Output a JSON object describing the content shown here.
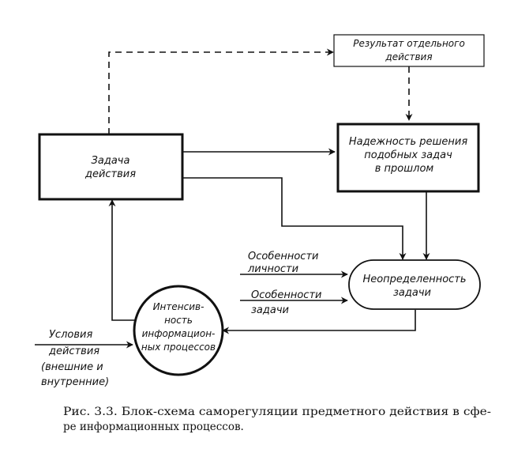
{
  "diagram": {
    "nodes": {
      "task": {
        "lines": [
          "Задача",
          "действия"
        ]
      },
      "result": {
        "lines": [
          "Результат отдельного",
          "действия"
        ]
      },
      "reliability": {
        "lines": [
          "Надежность решения",
          "подобных задач",
          "в прошлом"
        ]
      },
      "uncertainty": {
        "lines": [
          "Неопределенность",
          "задачи"
        ]
      },
      "intensity": {
        "lines": [
          "Интенсив-",
          "ность",
          "информацион-",
          "ных процессов"
        ]
      }
    },
    "inputs": {
      "personality": {
        "lines": [
          "Особенности",
          "личности"
        ]
      },
      "task_features": {
        "lines": [
          "Особенности",
          "задачи"
        ]
      },
      "conditions": {
        "lines": [
          "Условия",
          "действия",
          "(внешние и",
          "внутренние)"
        ]
      }
    },
    "caption": {
      "lines": [
        "Рис. 3.3. Блок-схема саморегуляции предметного действия в сфе-",
        "ре информационных процессов."
      ]
    },
    "colors": {
      "ink": "#111111",
      "background": "#ffffff"
    }
  }
}
